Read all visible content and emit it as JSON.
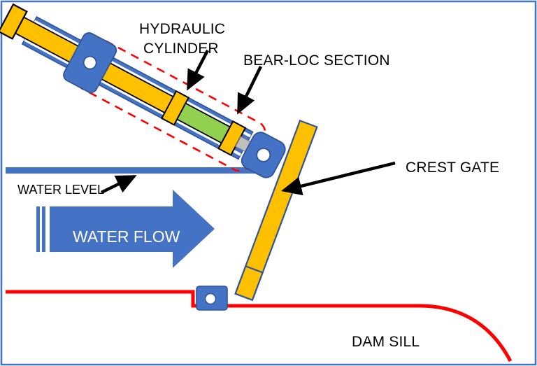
{
  "figure": {
    "type": "engineering-diagram",
    "subject": "Dam crest gate actuated by a hydraulic cylinder with a Bear-Loc locking section",
    "background_color": "#ffffff",
    "border_color": "#4472C4"
  },
  "palette": {
    "blue": "#4472C4",
    "blue_dark": "#2F5597",
    "yellow": "#FFC000",
    "green": "#92D050",
    "red": "#FF0000",
    "black": "#000000",
    "white": "#FFFFFF",
    "gray": "#BFBFBF"
  },
  "labels": {
    "hydraulic_cylinder_line1": "HYDRAULIC",
    "hydraulic_cylinder_line2": "CYLINDER",
    "bear_loc_section": "BEAR-LOC SECTION",
    "crest_gate": "CREST GATE",
    "water_level": "WATER LEVEL",
    "water_flow": "WATER FLOW",
    "dam_sill": "DAM SILL"
  },
  "components": {
    "hydraulic_cylinder": {
      "name": "hydraulic-cylinder",
      "body_color": "#FFC000",
      "barrel_color": "#4472C4",
      "end_cap_color": "#FFC000",
      "angle_degrees": -28
    },
    "bear_loc_section": {
      "name": "bear-loc-section",
      "color": "#92D050",
      "highlight_outline": "dashed-red"
    },
    "crest_gate": {
      "name": "crest-gate",
      "color": "#FFC000",
      "outline_color": "#2F5597",
      "angle_degrees": 70
    },
    "trunnion_mount": {
      "name": "trunnion-mount",
      "color": "#4472C4"
    },
    "gate_hinge": {
      "name": "gate-hinge",
      "color": "#4472C4"
    },
    "rod_eye": {
      "name": "rod-eye-clevis",
      "color": "#4472C4"
    },
    "water_level_line": {
      "name": "water-level-line",
      "color": "#4472C4"
    },
    "water_flow_arrow": {
      "name": "water-flow-arrow",
      "color": "#4472C4",
      "direction": "right"
    },
    "dam_sill_profile": {
      "name": "dam-sill-profile",
      "color": "#FF0000"
    }
  }
}
